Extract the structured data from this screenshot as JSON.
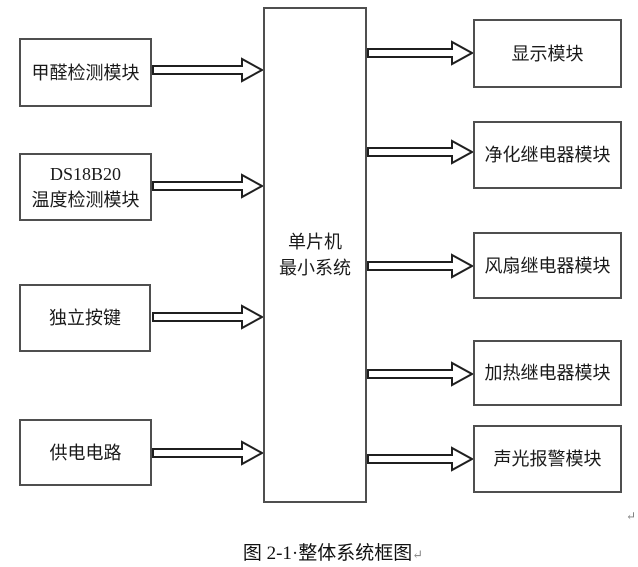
{
  "diagram": {
    "left_boxes": [
      {
        "id": "formaldehyde-detection",
        "lines": [
          "甲醛检测模块"
        ]
      },
      {
        "id": "ds18b20-temperature",
        "lines": [
          "DS18B20",
          "温度检测模块"
        ]
      },
      {
        "id": "independent-buttons",
        "lines": [
          "独立按键"
        ]
      },
      {
        "id": "power-supply",
        "lines": [
          "供电电路"
        ]
      }
    ],
    "center_box": {
      "id": "mcu-minimal-system",
      "lines": [
        "单片机",
        "最小系统"
      ]
    },
    "right_boxes": [
      {
        "id": "display-module",
        "label": "显示模块"
      },
      {
        "id": "purification-relay",
        "label": "净化继电器模块"
      },
      {
        "id": "fan-relay",
        "label": "风扇继电器模块"
      },
      {
        "id": "heating-relay",
        "label": "加热继电器模块"
      },
      {
        "id": "sound-light-alarm",
        "label": "声光报警模块"
      }
    ],
    "caption": "图 2-1·整体系统框图",
    "paragraph_mark": "↵",
    "colors": {
      "box_border": "#4f4f4f",
      "arrow_stroke": "#1f1f1f",
      "background": "#ffffff",
      "text": "#1a1a1a"
    }
  }
}
